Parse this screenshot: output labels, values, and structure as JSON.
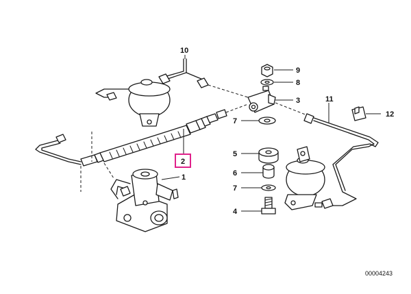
{
  "callouts": {
    "c1": "1",
    "c2": "2",
    "c3": "3",
    "c4": "4",
    "c5": "5",
    "c6": "6",
    "c7a": "7",
    "c7b": "7",
    "c8": "8",
    "c9": "9",
    "c10": "10",
    "c11": "11",
    "c12": "12"
  },
  "highlight": {
    "part": "2",
    "color": "#e0208a"
  },
  "reference_number": "00004243"
}
